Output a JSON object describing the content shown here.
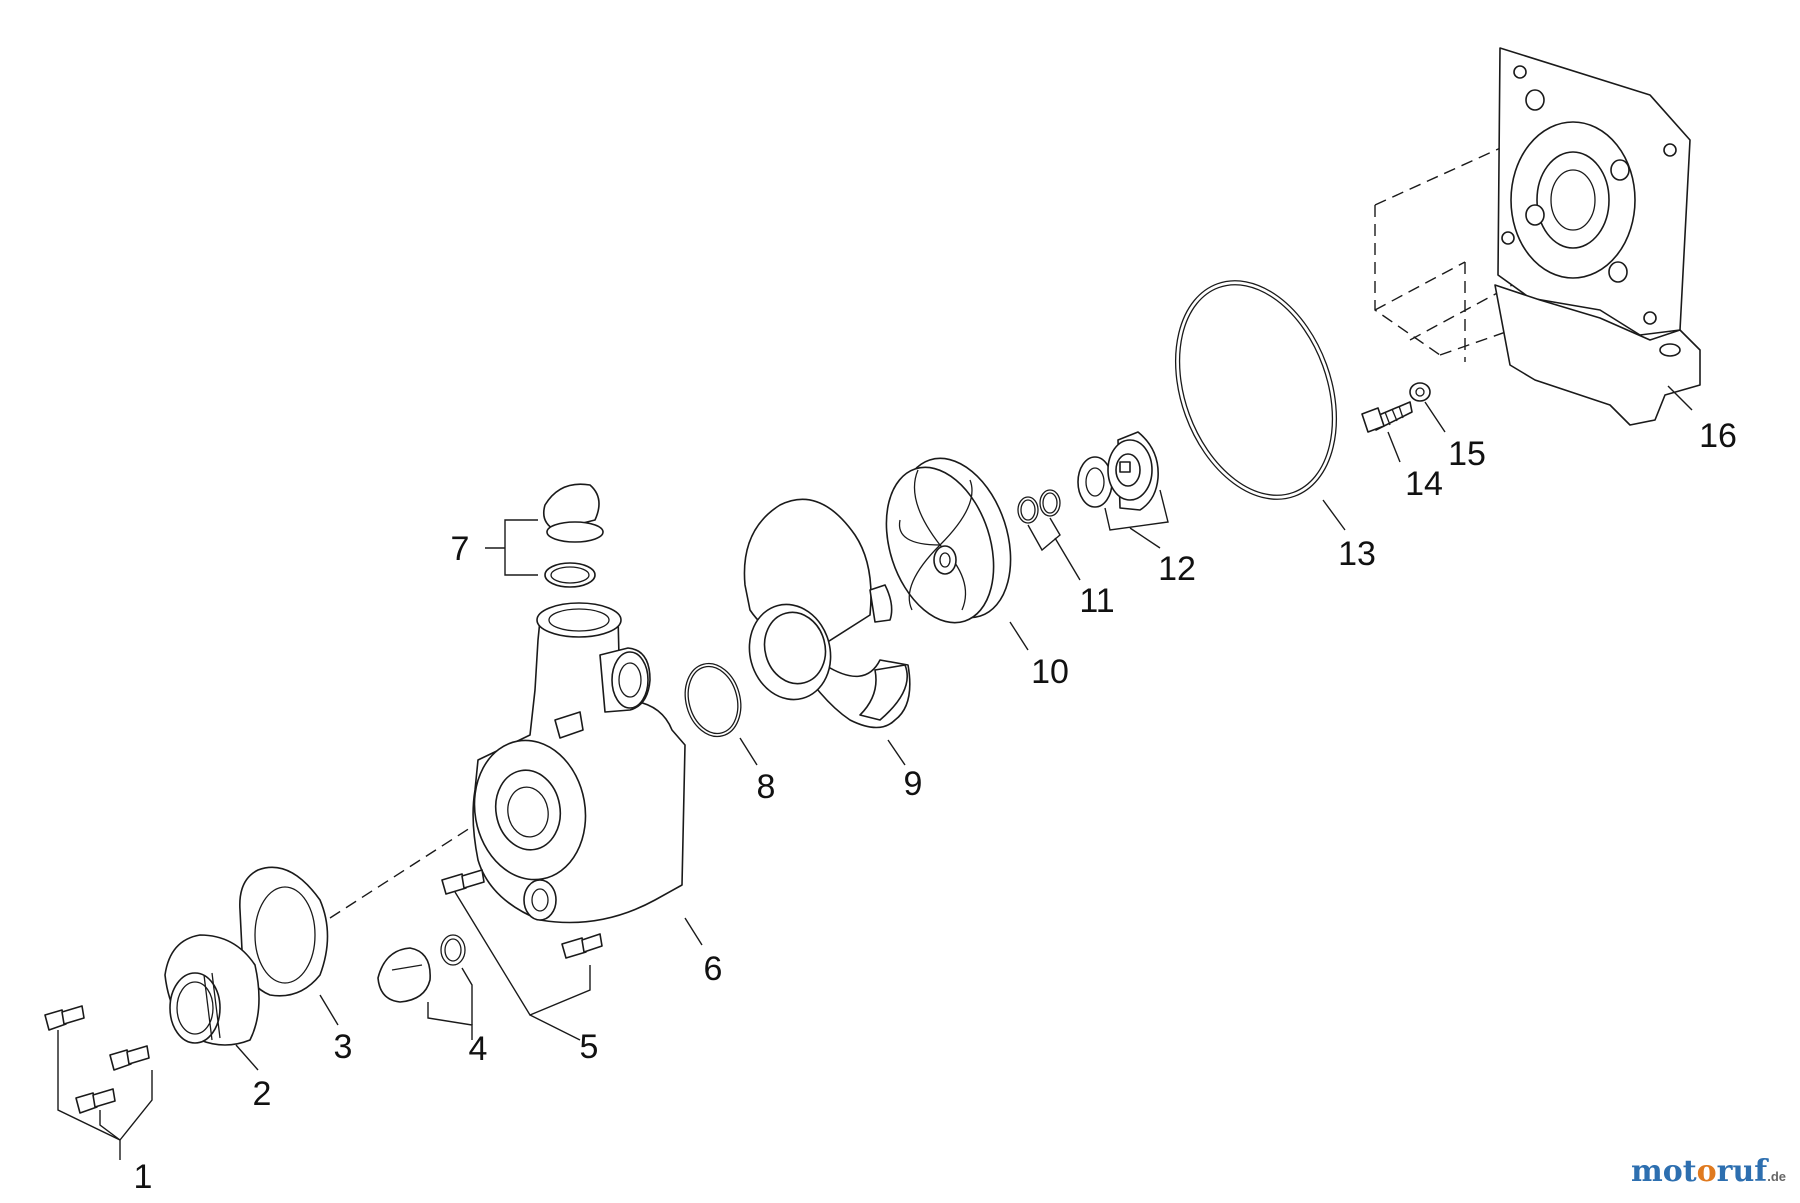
{
  "diagram": {
    "labels": {
      "p1": "1",
      "p2": "2",
      "p3": "3",
      "p4": "4",
      "p5": "5",
      "p6": "6",
      "p7": "7",
      "p8": "8",
      "p9": "9",
      "p10": "10",
      "p11": "11",
      "p12": "12",
      "p13": "13",
      "p14": "14",
      "p15": "15",
      "p16": "16"
    }
  },
  "watermark": {
    "part1": "mot",
    "part2": "o",
    "part3": "ruf",
    "tld": ".de"
  }
}
